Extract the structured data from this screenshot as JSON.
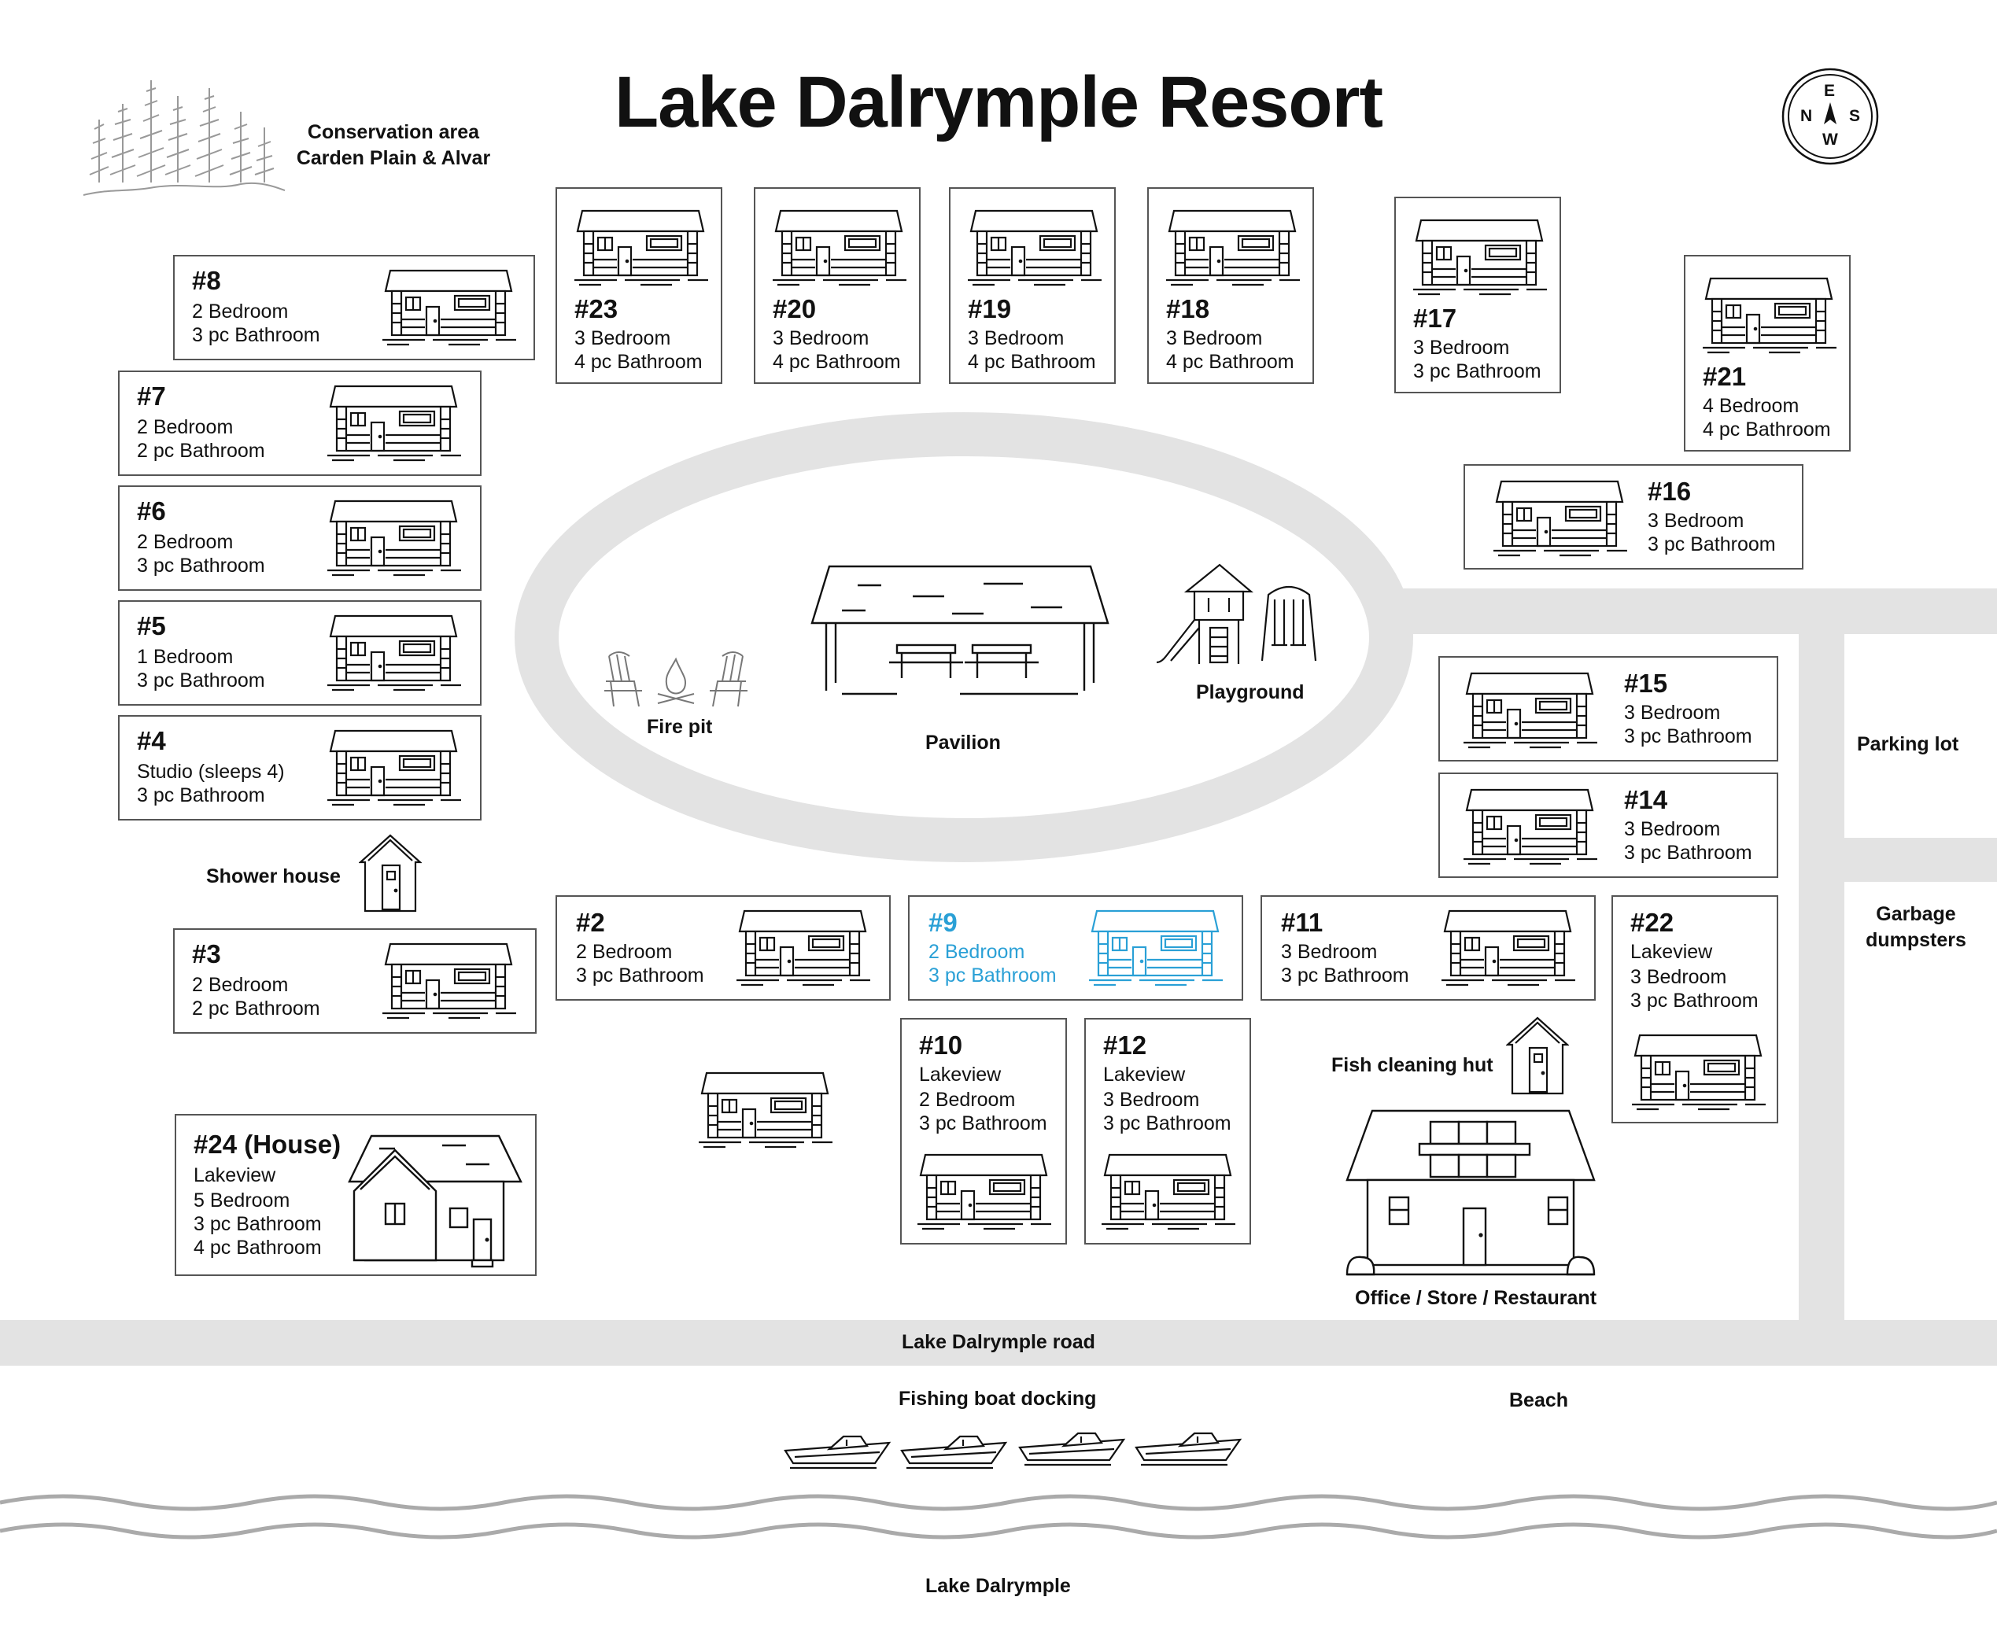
{
  "title": "Lake Dalrymple Resort",
  "conservation": {
    "line1": "Conservation area",
    "line2": "Carden Plain & Alvar"
  },
  "compass": {
    "n": "N",
    "e": "E",
    "s": "S",
    "w": "W"
  },
  "places": {
    "fire_pit": "Fire pit",
    "pavilion": "Pavilion",
    "playground": "Playground",
    "parking_lot": "Parking lot",
    "garbage_line1": "Garbage",
    "garbage_line2": "dumpsters",
    "shower_house": "Shower house",
    "fish_hut": "Fish cleaning hut",
    "office": "Office / Store / Restaurant",
    "road": "Lake Dalrymple road",
    "boat_docking": "Fishing boat docking",
    "beach": "Beach",
    "lake": "Lake Dalrymple"
  },
  "units": {
    "u8": {
      "num": "#8",
      "l1": "2 Bedroom",
      "l2": "3 pc Bathroom"
    },
    "u7": {
      "num": "#7",
      "l1": "2 Bedroom",
      "l2": "2 pc Bathroom"
    },
    "u6": {
      "num": "#6",
      "l1": "2 Bedroom",
      "l2": "3 pc Bathroom"
    },
    "u5": {
      "num": "#5",
      "l1": "1 Bedroom",
      "l2": "3 pc Bathroom"
    },
    "u4": {
      "num": "#4",
      "l1": "Studio (sleeps 4)",
      "l2": "3 pc Bathroom"
    },
    "u3": {
      "num": "#3",
      "l1": "2 Bedroom",
      "l2": "2 pc Bathroom"
    },
    "u24": {
      "num": "#24 (House)",
      "l1": "Lakeview",
      "l2": "5 Bedroom",
      "l3": "3 pc Bathroom",
      "l4": "4 pc Bathroom"
    },
    "u23": {
      "num": "#23",
      "l1": "3 Bedroom",
      "l2": "4 pc Bathroom"
    },
    "u20": {
      "num": "#20",
      "l1": "3 Bedroom",
      "l2": "4 pc Bathroom"
    },
    "u19": {
      "num": "#19",
      "l1": "3 Bedroom",
      "l2": "4 pc Bathroom"
    },
    "u18": {
      "num": "#18",
      "l1": "3 Bedroom",
      "l2": "4 pc Bathroom"
    },
    "u17": {
      "num": "#17",
      "l1": "3 Bedroom",
      "l2": "3 pc Bathroom"
    },
    "u21": {
      "num": "#21",
      "l1": "4 Bedroom",
      "l2": "4 pc Bathroom"
    },
    "u16": {
      "num": "#16",
      "l1": "3 Bedroom",
      "l2": "3 pc Bathroom"
    },
    "u15": {
      "num": "#15",
      "l1": "3 Bedroom",
      "l2": "3 pc Bathroom"
    },
    "u14": {
      "num": "#14",
      "l1": "3 Bedroom",
      "l2": "3 pc Bathroom"
    },
    "u2": {
      "num": "#2",
      "l1": "2 Bedroom",
      "l2": "3 pc Bathroom"
    },
    "u9": {
      "num": "#9",
      "l1": "2 Bedroom",
      "l2": "3 pc Bathroom"
    },
    "u11": {
      "num": "#11",
      "l1": "3 Bedroom",
      "l2": "3 pc Bathroom"
    },
    "u22": {
      "num": "#22",
      "l1": "Lakeview",
      "l2": "3 Bedroom",
      "l3": "3 pc Bathroom"
    },
    "u10": {
      "num": "#10",
      "l1": "Lakeview",
      "l2": "2 Bedroom",
      "l3": "3 pc Bathroom"
    },
    "u12": {
      "num": "#12",
      "l1": "Lakeview",
      "l2": "3 Bedroom",
      "l3": "3 pc Bathroom"
    }
  },
  "highlight_color": "#2aa0d6",
  "road_color": "#e3e3e3",
  "water_color": "#aaaaaa"
}
